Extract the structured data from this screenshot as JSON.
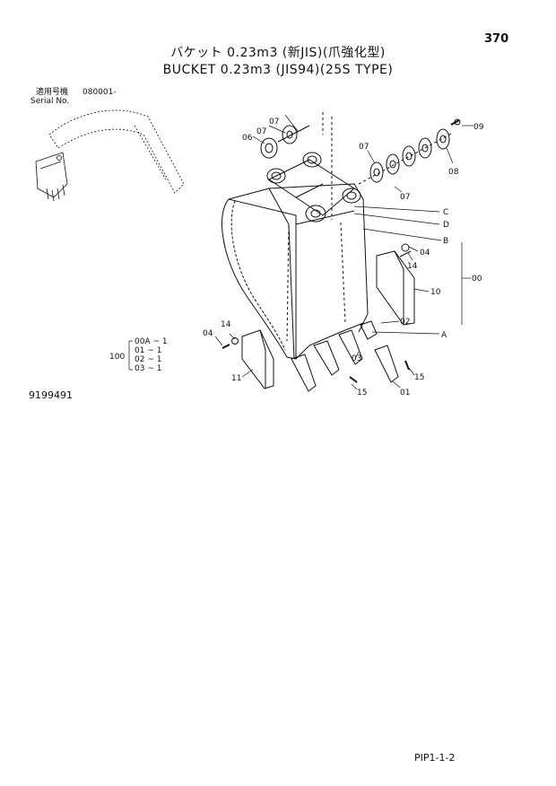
{
  "header": {
    "page_number": "370",
    "title_jp": "バケット 0.23m3 (新JIS)(爪強化型)",
    "title_en": "BUCKET 0.23m3 (JIS94)(25S TYPE)"
  },
  "serial": {
    "label_jp": "適用号機",
    "value": "080001-",
    "label_en": "Serial No."
  },
  "callouts": {
    "p07a": "07",
    "p06": "06",
    "p07b": "07",
    "p09": "09",
    "p08": "08",
    "p07c": "07",
    "p07d": "07",
    "refC": "C",
    "refD": "D",
    "refB": "B",
    "refA": "A",
    "p04a": "04",
    "p14a": "14",
    "p10": "10",
    "p00": "00",
    "p02": "02",
    "p03": "03",
    "p15a": "15",
    "p01": "01",
    "p15b": "15",
    "p04b": "04",
    "p14b": "14",
    "p11": "11"
  },
  "kit": {
    "number": "100",
    "items": [
      "00A ~ 1",
      "01  ~ 1",
      "02  ~ 1",
      "03  ~ 1"
    ]
  },
  "document_id": "9199491",
  "footer": {
    "code": "PIP1-1-2"
  }
}
